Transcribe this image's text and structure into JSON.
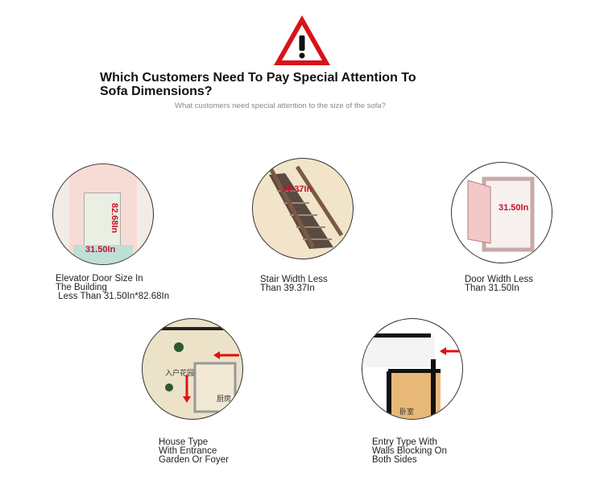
{
  "header": {
    "warning_icon": "warning-triangle-icon",
    "title": "Which Customers Need To Pay Special Attention To Sofa Dimensions?",
    "subtitle": "What customers need special attention to the size of the sofa?"
  },
  "items": [
    {
      "caption_lines": [
        "Elevator Door Size In",
        "The Building",
        " Less Than 31.50In*82.68In"
      ],
      "dims": [
        "82.68In",
        "31.50In"
      ]
    },
    {
      "caption_lines": [
        "Stair Width Less",
        "Than 39.37In"
      ],
      "dims": [
        "39.37In"
      ]
    },
    {
      "caption_lines": [
        "Door Width Less",
        "Than 31.50In"
      ],
      "dims": [
        "31.50In"
      ]
    },
    {
      "caption_lines": [
        "House Type",
        "With Entrance",
        "Garden Or Foyer"
      ],
      "labels": [
        "入户花园",
        "厨房"
      ]
    },
    {
      "caption_lines": [
        "Entry Type With",
        "Walls Blocking On",
        "Both Sides"
      ],
      "labels": [
        "卧室"
      ]
    }
  ],
  "colors": {
    "accent": "#d7141a",
    "dim": "#c8102e"
  }
}
